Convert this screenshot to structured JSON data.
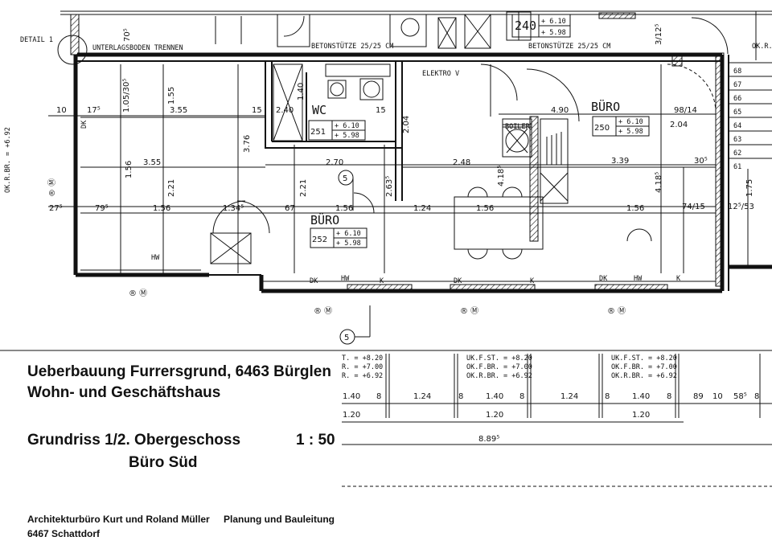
{
  "plan": {
    "detail_label": "DETAIL 1",
    "notes": {
      "unterlagsboden": "UNTERLAGSBODEN TRENNEN",
      "betonstuetze_left": "BETONSTÜTZE 25/25 CM",
      "betonstuetze_right": "BETONSTÜTZE 25/25 CM",
      "elektro": "ELEKTRO V",
      "boiler": "BOILER",
      "okr": "OK.R."
    },
    "rooms": [
      {
        "name": "WC",
        "number": "251",
        "elev1": "+ 6.10",
        "elev2": "+ 5.98"
      },
      {
        "name": "BÜRO",
        "number": "250",
        "elev1": "+ 6.10",
        "elev2": "+ 5.98"
      },
      {
        "name": "BÜRO",
        "number": "252",
        "elev1": "+ 6.10",
        "elev2": "+ 5.98"
      }
    ],
    "top_box": {
      "number": "240",
      "elev1": "+ 6.10",
      "elev2": "+ 5.98"
    },
    "dims": {
      "d_355a": "3.55",
      "d_355b": "3.55",
      "d_270": "2.70",
      "d_248": "2.48",
      "d_490": "4.90",
      "d_339": "3.39",
      "d_204": "2.04",
      "d_240": "2.40",
      "d_156a": "1.56",
      "d_156b": "1.56",
      "d_156c": "1.56",
      "d_156d": "1.56",
      "d_124": "1.24",
      "d_134": "1.34⁵",
      "d_67": "67",
      "d_79": "79⁵",
      "d_75": "27⁵",
      "d_17": "17⁵",
      "d_10": "10",
      "d_15a": "15",
      "d_15b": "15",
      "d_30": "30⁵",
      "d_98": "98/14",
      "d_74": "74/15",
      "d_12": "12⁵/53",
      "v_155": "1.55",
      "v_156": "1.56",
      "v_221a": "2.21",
      "v_221b": "2.21",
      "v_376": "3.76",
      "v_105": "1.05/30⁵",
      "v_263": "2.63⁵",
      "v_204": "2.04",
      "v_418a": "4.18⁵",
      "v_418b": "4.18⁵",
      "v_175": "1.75",
      "v_140": "1.40",
      "v_70": "70⁵",
      "v_37": "3/12⁵"
    },
    "labels": {
      "hw1": "HW",
      "hw2": "HW",
      "hw3": "HW",
      "dk1": "DK",
      "dk2": "DK",
      "dk3": "DK",
      "dk4": "DK",
      "k1": "K",
      "k2": "K",
      "k3": "K",
      "axis": "5",
      "rm": "®  Ⓜ"
    },
    "stair_numbers": [
      "68",
      "67",
      "66",
      "65",
      "64",
      "63",
      "62",
      "61"
    ]
  },
  "footer": {
    "project": "Ueberbauung Furrersgrund, 6463 Bürglen",
    "type": "Wohn- und Geschäftshaus",
    "plan_title": "Grundriss 1/2. Obergeschoss",
    "subtitle": "Büro Süd",
    "scale": "1 : 50",
    "office": "Architekturbüro Kurt und Roland Müller",
    "service": "Planung und Bauleitung",
    "address": "6467 Schattdorf"
  },
  "section": {
    "levels": [
      {
        "l1": "T. = +8.20",
        "l2": "R. = +7.00",
        "l3": "R. = +6.92"
      },
      {
        "l1": "UK.F.ST. = +8.20",
        "l2": "OK.F.BR. = +7.00",
        "l3": "OK.R.BR. = +6.92"
      },
      {
        "l1": "UK.F.ST. = +8.20",
        "l2": "OK.F.BR. = +7.00",
        "l3": "OK.R.BR. = +6.92"
      }
    ],
    "row1": [
      "1.40",
      "8",
      "1.24",
      "8",
      "1.40",
      "8",
      "1.24",
      "8",
      "1.40",
      "8",
      "89",
      "10",
      "58⁵",
      "8"
    ],
    "row2": [
      "1.20",
      "1.20",
      "1.20"
    ],
    "total": "8.89⁵"
  },
  "side_text": "OK.R.BR. = +6.92"
}
